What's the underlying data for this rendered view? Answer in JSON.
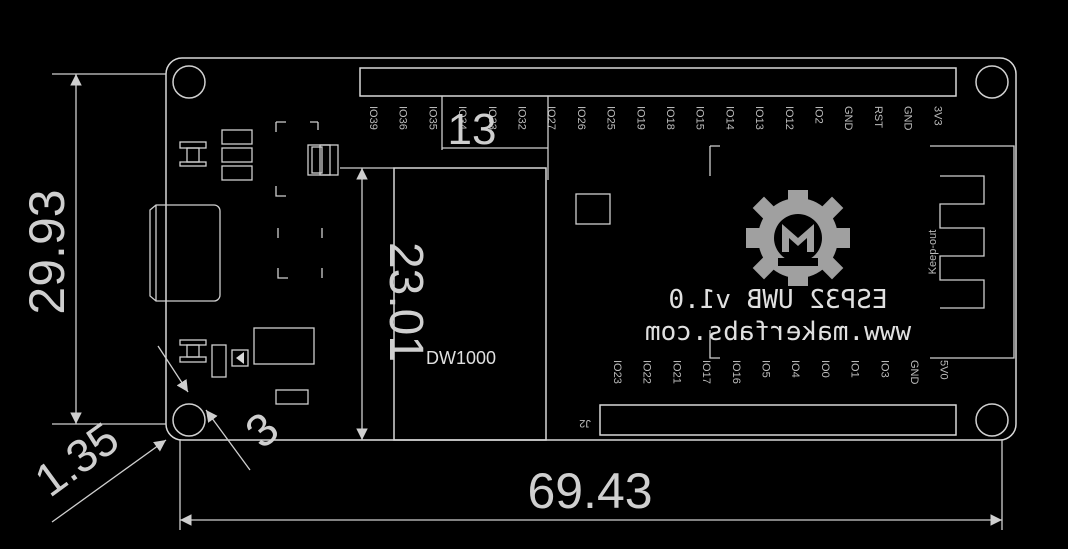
{
  "dimensions": {
    "width": "69.43",
    "height": "29.93",
    "module_height": "23.01",
    "module_offset": "13",
    "hole_diameter": "3",
    "hole_offset": "1.35"
  },
  "chip_label": "DW1000",
  "keepout_label": "Keep-out",
  "board": {
    "name": "ESP32 UWB v1.0",
    "url": "www.makerfabs.com"
  },
  "top_pins": [
    "IO39",
    "IO36",
    "IO35",
    "IO34",
    "IO33",
    "IO32",
    "IO27",
    "IO26",
    "IO25",
    "IO19",
    "IO18",
    "IO15",
    "IO14",
    "IO13",
    "IO12",
    "IO2",
    "GND",
    "RST",
    "GND",
    "3V3"
  ],
  "bottom_pins": [
    "IO23",
    "IO22",
    "IO21",
    "IO17",
    "IO16",
    "IO5",
    "IO4",
    "IO0",
    "IO1",
    "IO3",
    "GND",
    "5V0"
  ],
  "header_label": "J2",
  "colors": {
    "background": "#000000",
    "lines": "#cfcfcf"
  }
}
